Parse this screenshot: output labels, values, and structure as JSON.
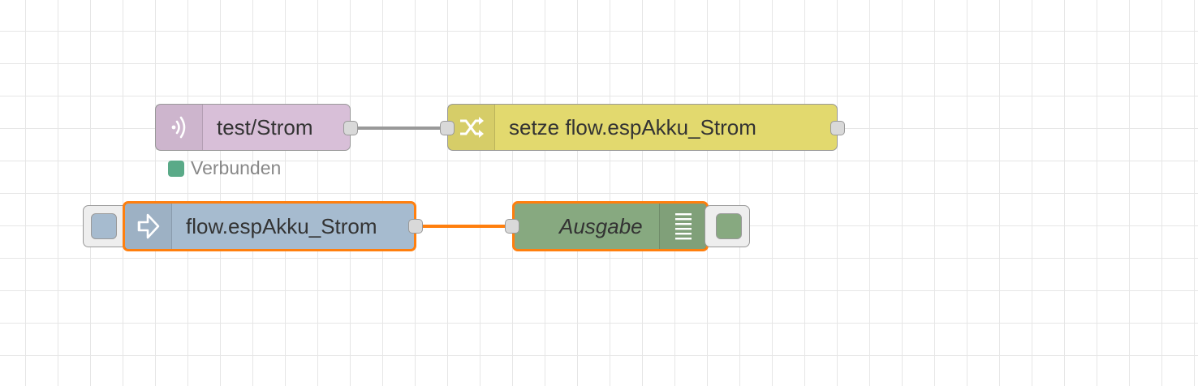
{
  "nodes": {
    "mqtt_in": {
      "label": "test/Strom",
      "icon": "bridge-radio-icon",
      "color": "#d8bfd8",
      "status_text": "Verbunden",
      "status_color": "#5aaa88"
    },
    "change": {
      "label": "setze flow.espAkku_Strom",
      "icon": "shuffle-icon",
      "color": "#e2d96e"
    },
    "inject": {
      "label": "flow.espAkku_Strom",
      "icon": "arrow-in-icon",
      "color": "#a6bbcf"
    },
    "debug": {
      "label": "Ausgabe",
      "icon": "debug-list-icon",
      "color": "#87a980"
    }
  },
  "colors": {
    "wire": "#999999",
    "wire_selected": "#ff7f0e",
    "grid_line": "#e6e6e6"
  }
}
